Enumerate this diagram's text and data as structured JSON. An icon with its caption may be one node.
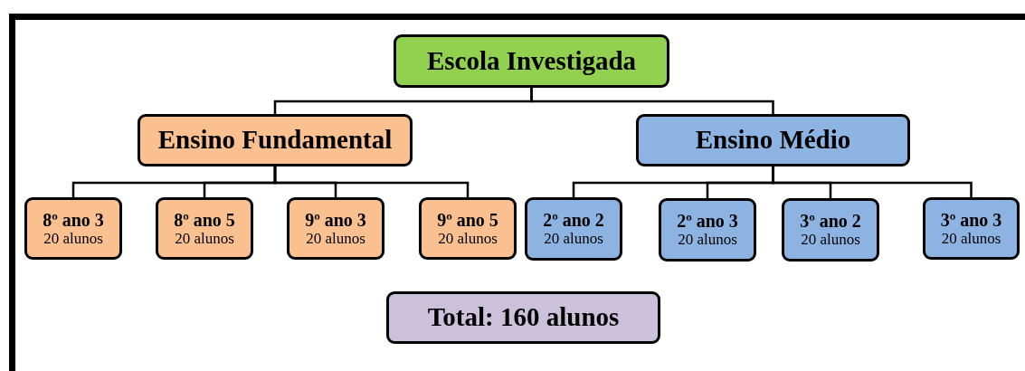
{
  "diagram": {
    "nodes": [
      {
        "text": [
          "Escola Investigada"
        ]
      },
      {
        "text": [
          "Ensino Fundamental"
        ]
      },
      {
        "text": [
          "Ensino Médio"
        ]
      },
      {
        "text": [
          "8º ano 3",
          "20 alunos"
        ]
      },
      {
        "text": [
          "8º ano 5",
          "20 alunos"
        ]
      },
      {
        "text": [
          "9º ano 3",
          "20 alunos"
        ]
      },
      {
        "text": [
          "9º ano 5",
          "20 alunos"
        ]
      },
      {
        "text": [
          "2º ano 2",
          "20 alunos"
        ]
      },
      {
        "text": [
          "2º ano 3",
          "20 alunos"
        ]
      },
      {
        "text": [
          "3º ano 2",
          "20 alunos"
        ]
      },
      {
        "text": [
          "3º ano 3",
          "20 alunos"
        ]
      },
      {
        "text": [
          "Total: 160 alunos"
        ]
      }
    ],
    "edges": [
      {
        "from": 0,
        "to": 1,
        "arrow": "none"
      },
      {
        "from": 0,
        "to": 2,
        "arrow": "none"
      },
      {
        "from": 1,
        "to": 3,
        "arrow": "none"
      },
      {
        "from": 1,
        "to": 4,
        "arrow": "none"
      },
      {
        "from": 1,
        "to": 5,
        "arrow": "none"
      },
      {
        "from": 1,
        "to": 6,
        "arrow": "none"
      },
      {
        "from": 2,
        "to": 7,
        "arrow": "none"
      },
      {
        "from": 2,
        "to": 8,
        "arrow": "none"
      },
      {
        "from": 2,
        "to": 9,
        "arrow": "none"
      },
      {
        "from": 2,
        "to": 10,
        "arrow": "none"
      }
    ]
  }
}
